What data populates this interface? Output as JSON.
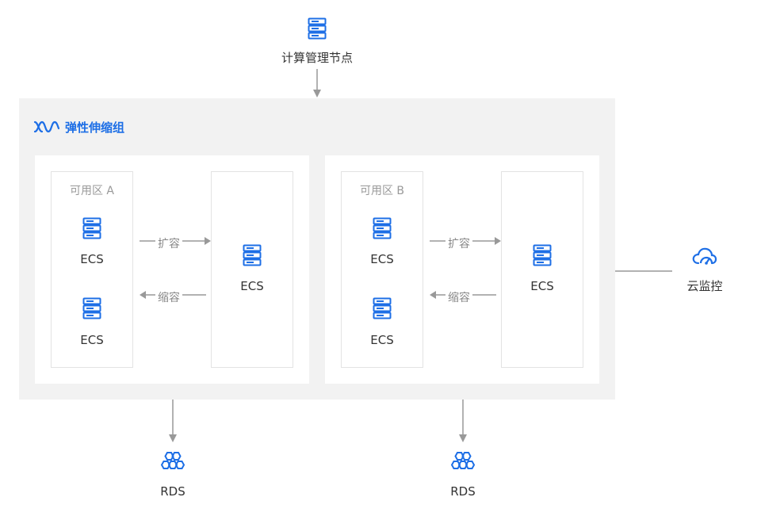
{
  "top_node": {
    "label": "计算管理节点",
    "icon": "server-icon"
  },
  "group": {
    "title": "弹性伸缩组",
    "icon": "scaling-icon"
  },
  "zones": [
    {
      "title": "可用区 A",
      "ecs_left": [
        "ECS",
        "ECS"
      ],
      "ecs_right": "ECS",
      "scale_out": "扩容",
      "scale_in": "缩容"
    },
    {
      "title": "可用区 B",
      "ecs_left": [
        "ECS",
        "ECS"
      ],
      "ecs_right": "ECS",
      "scale_out": "扩容",
      "scale_in": "缩容"
    }
  ],
  "monitor": {
    "label": "云监控",
    "icon": "cloud-monitor-icon"
  },
  "databases": [
    {
      "label": "RDS",
      "icon": "rds-icon"
    },
    {
      "label": "RDS",
      "icon": "rds-icon"
    }
  ],
  "colors": {
    "accent": "#1e6fe6",
    "group_bg": "#f2f2f2",
    "arrow": "#999999"
  }
}
